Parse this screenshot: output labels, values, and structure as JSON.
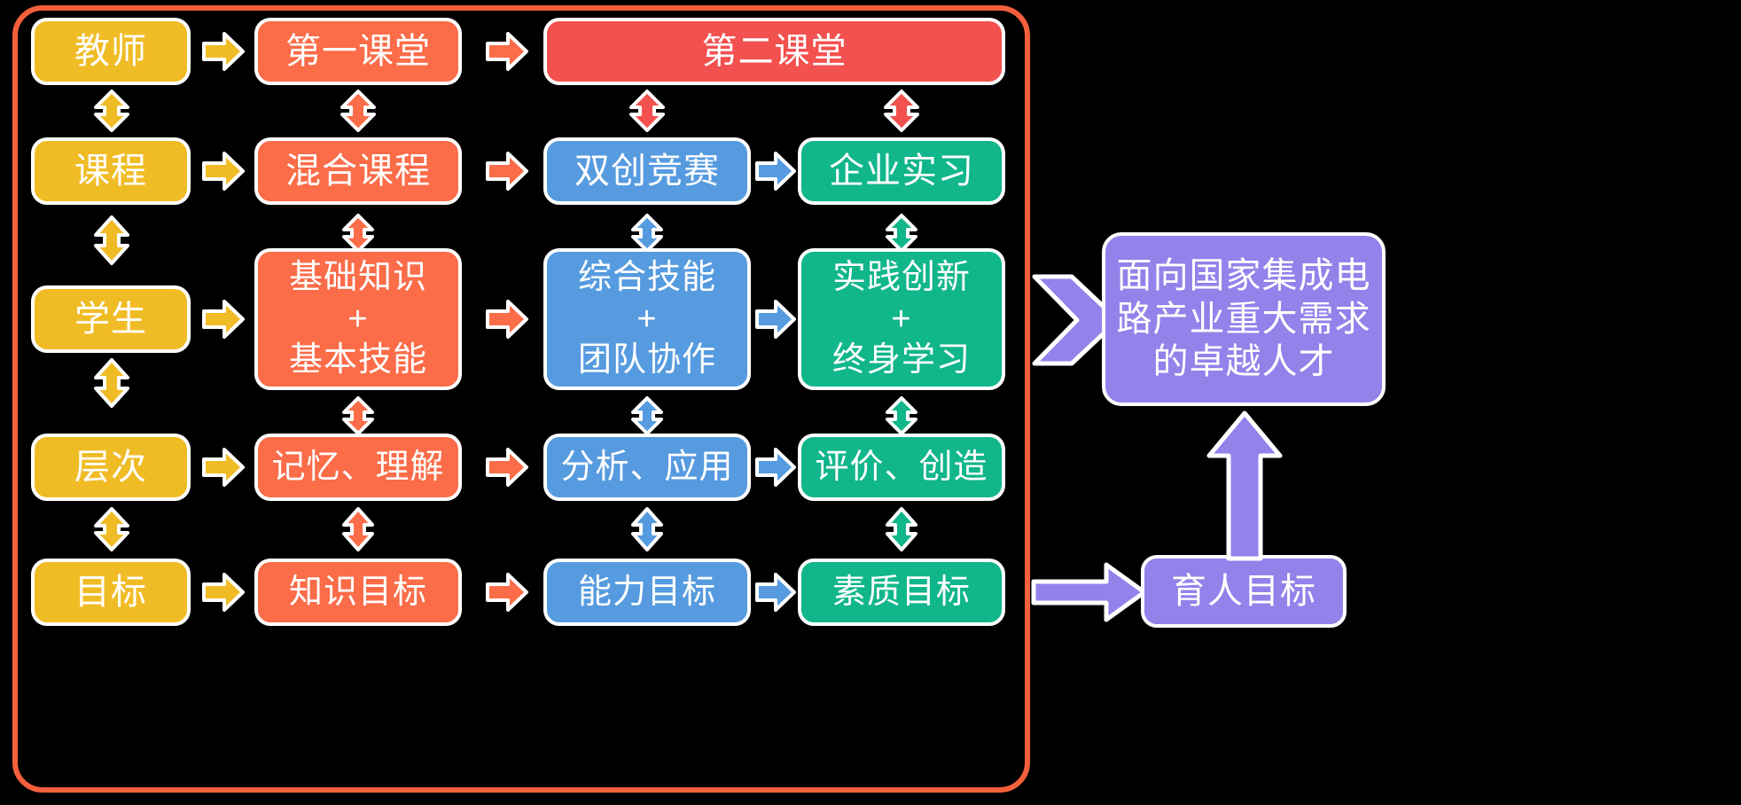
{
  "diagram": {
    "title_text": "",
    "colors": {
      "background": "#000000",
      "frame_border": "#f4603c",
      "yellow": "#f0bc26",
      "orange": "#fb6c48",
      "red": "#f2514f",
      "blue": "#569bdf",
      "green": "#11b68b",
      "purple": "#9481ea",
      "stroke_white": "#ffffff"
    },
    "row_labels": {
      "r1": "教师",
      "r2": "课程",
      "r3": "学生",
      "r4": "层次",
      "r5": "目标"
    },
    "nodes": {
      "teacher": "教师",
      "course": "课程",
      "student": "学生",
      "level": "层次",
      "goal": "目标",
      "first_classroom": "第一课堂",
      "second_classroom": "第二课堂",
      "blended_course": "混合课程",
      "innovation_contest": "双创竞赛",
      "enterprise_internship": "企业实习",
      "basic_knowledge": "基础知识\n+\n基本技能",
      "comprehensive_skill": "综合技能\n+\n团队协作",
      "practice_innovation": "实践创新\n+\n终身学习",
      "memory_understand": "记忆、理解",
      "analyze_apply": "分析、应用",
      "evaluate_create": "评价、创造",
      "knowledge_goal": "知识目标",
      "ability_goal": "能力目标",
      "quality_goal": "素质目标",
      "excellent_talent": "面向国家集成电\n路产业重大需求\n的卓越人才",
      "cultivation_goal": "育人目标"
    },
    "arrow_names": [
      "arrow-teacher-to-first-classroom",
      "arrow-first-to-second-classroom",
      "arrow-course-to-blended",
      "arrow-blended-to-contest",
      "arrow-contest-to-internship",
      "arrow-student-to-basic",
      "arrow-basic-to-comprehensive",
      "arrow-comprehensive-to-practice",
      "arrow-level-to-memory",
      "arrow-memory-to-analyze",
      "arrow-analyze-to-evaluate",
      "arrow-goal-to-knowledge",
      "arrow-knowledge-to-ability",
      "arrow-ability-to-quality",
      "arrow-block-to-excellent-talent",
      "arrow-quality-to-cultivation-goal",
      "arrow-cultivation-goal-up"
    ]
  }
}
